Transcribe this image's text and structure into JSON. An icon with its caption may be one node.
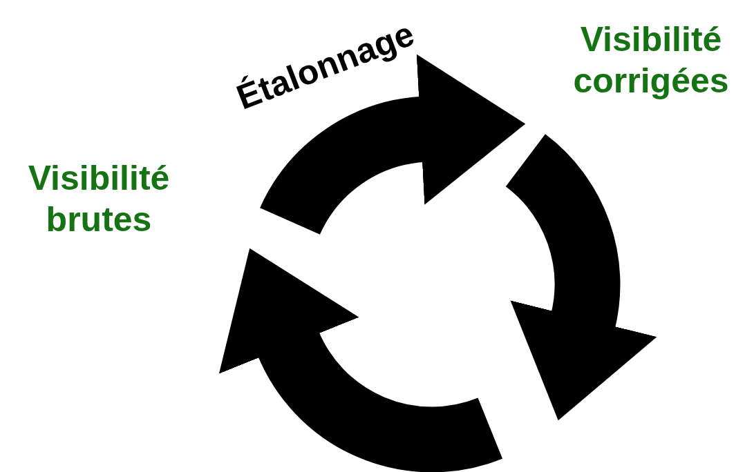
{
  "diagram": {
    "labels": [
      "Étalonnage",
      "Visibilité corrigées",
      "Visibilité brutes"
    ]
  }
}
